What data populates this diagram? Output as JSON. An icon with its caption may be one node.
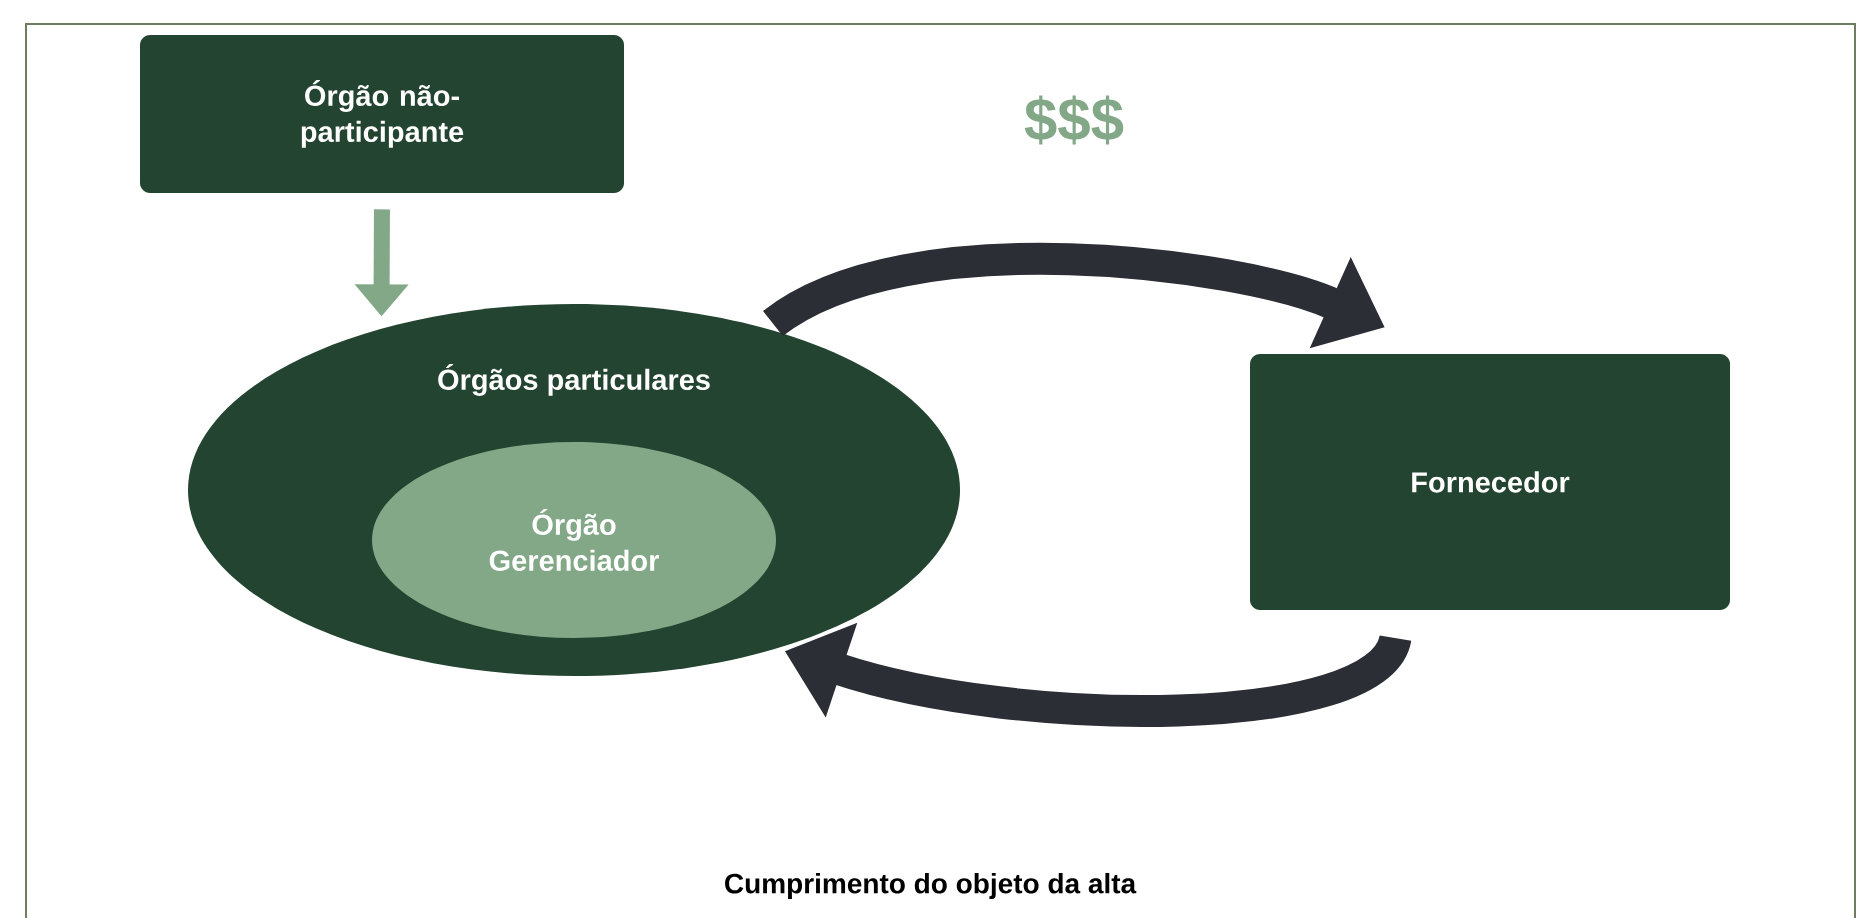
{
  "diagram": {
    "caption": "Cumprimento do objeto da alta",
    "nodes": [
      {
        "text": [
          "Órgão não-participante"
        ]
      },
      {
        "text": [
          "Órgãos particulares"
        ]
      },
      {
        "text": [
          "Órgão Gerenciador"
        ],
        "in": 1
      },
      {
        "text": [
          "Fornecedor"
        ]
      }
    ],
    "edges": [
      {
        "from": 0,
        "to": 1,
        "arrow": "to",
        "color": "#83a887"
      },
      {
        "from": 1,
        "to": 3,
        "arrow": "to",
        "label": "$$$"
      },
      {
        "from": 3,
        "to": 1,
        "arrow": "to"
      }
    ]
  }
}
